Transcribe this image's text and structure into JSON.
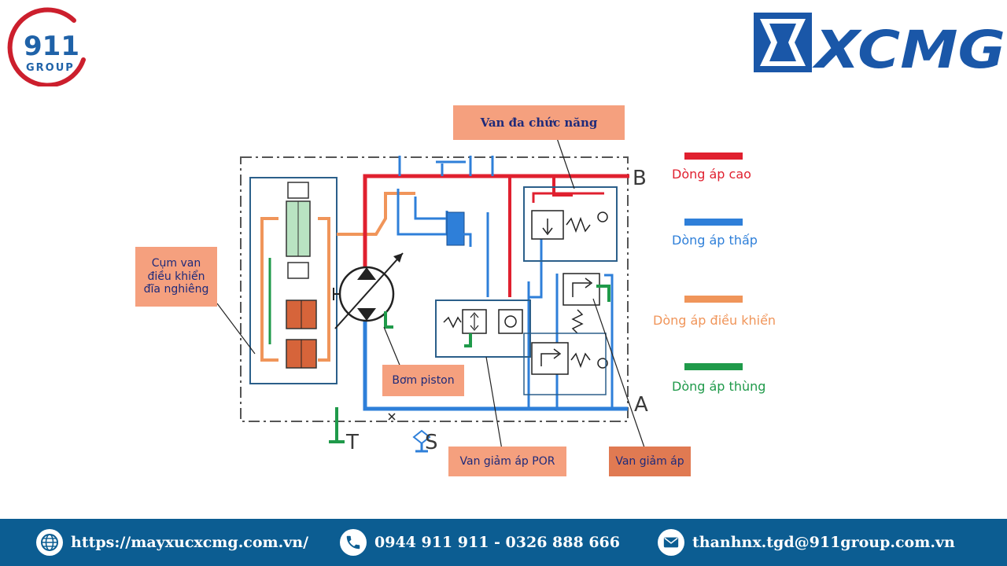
{
  "header": {
    "left_logo": {
      "number": "911",
      "word": "GROUP",
      "ring_color": "#cc1f2d",
      "text_color": "#1f62a8"
    },
    "right_logo": {
      "word": "XCMG",
      "color": "#1a57a8"
    }
  },
  "diagram": {
    "port_labels": {
      "b": "B",
      "a": "A",
      "t": "T",
      "s": "S"
    },
    "callouts": {
      "multi_function_valve": "Van đa chức năng",
      "swash_plate_control_line1": "Cụm van",
      "swash_plate_control_line2": "điều khiển",
      "swash_plate_control_line3": "đĩa nghiêng",
      "piston_pump": "Bơm piston",
      "por_valve": "Van giảm áp POR",
      "pressure_reducing_valve": "Van giảm áp"
    },
    "callout_color": "#f5a07e",
    "callout_dark_color": "#e07a52"
  },
  "legend": [
    {
      "label": "Dòng áp cao",
      "color": "#e0202f"
    },
    {
      "label": "Dòng áp thấp",
      "color": "#2e7fd9"
    },
    {
      "label": "Dòng áp điều khiển",
      "color": "#f0955a"
    },
    {
      "label": "Dòng áp thùng",
      "color": "#1f9a4a"
    }
  ],
  "footer": {
    "background": "#0c5d92",
    "website": "https://mayxucxcmg.com.vn/",
    "website_icon": "globe-icon",
    "phone": "0944 911 911 - 0326 888 666",
    "phone_icon": "phone-icon",
    "email": "thanhnx.tgd@911group.com.vn",
    "email_icon": "mail-icon"
  }
}
